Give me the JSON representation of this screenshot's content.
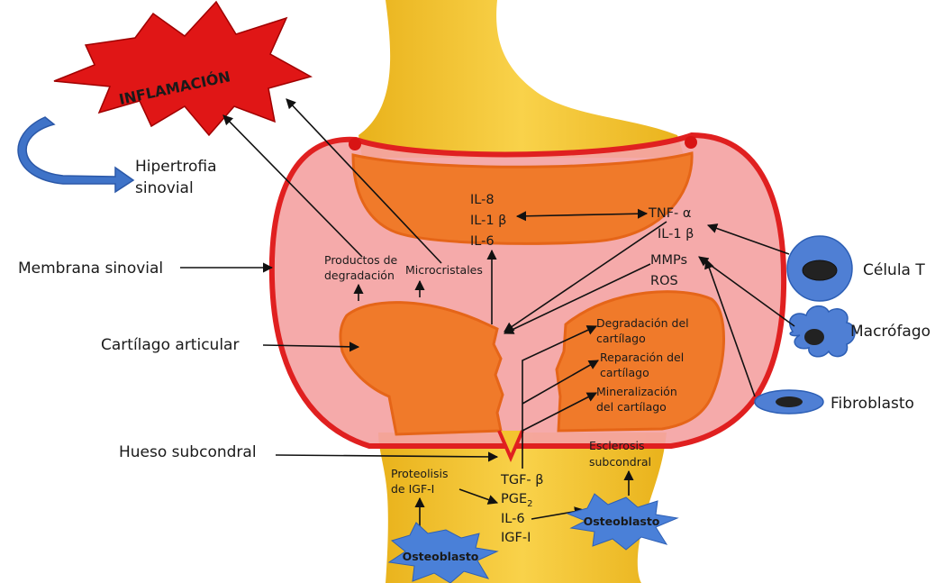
{
  "inflammation": {
    "title": "INFLAMACIÓN"
  },
  "hypertrophy": {
    "line1": "Hipertrofia",
    "line2": "sinovial"
  },
  "left_labels": {
    "membrane": "Membrana sinovial",
    "cartilage": "Cartílago articular",
    "bone": "Hueso subcondral"
  },
  "cells": {
    "t_cell": "Célula T",
    "macrophage": "Macrófago",
    "fibroblast": "Fibroblasto",
    "osteoblast": "Osteoblasto"
  },
  "mediators": {
    "il8": "IL-8",
    "il1b": "IL-1 β",
    "il6": "IL-6",
    "tnf": "TNF- α",
    "il1b_right": "IL-1 β",
    "mmps": "MMPs",
    "ros": "ROS"
  },
  "products": {
    "degradation_line1": "Productos de",
    "degradation_line2": "degradación",
    "microcrystals": "Microcristales"
  },
  "cartilage_effects": {
    "degradation_line1": "Degradación del",
    "degradation_line2": "cartílago",
    "repair_line1": "Reparación del",
    "repair_line2": "cartílago",
    "mineral_line1": "Mineralización",
    "mineral_line2": "del cartílago"
  },
  "bone": {
    "proteolysis_line1": "Proteolisis",
    "proteolysis_line2": "de IGF-I",
    "sclerosis_line1": "Esclerosis",
    "sclerosis_line2": "subcondral",
    "tgf": "TGF- β",
    "pge": "PGE",
    "pge_sub": "2",
    "il6": "IL-6",
    "igf": "IGF-I"
  },
  "colors": {
    "bone_yellow": "#f4c430",
    "synovium_pink": "#f4a3a3",
    "synovium_border": "#e02020",
    "cartilage_orange": "#f07a2a",
    "inflammation_red": "#e01616",
    "hypertrophy_blue": "#3f73c8",
    "cell_blue": "#4f7fd4",
    "osteoblast_blue": "#4a80d8"
  }
}
